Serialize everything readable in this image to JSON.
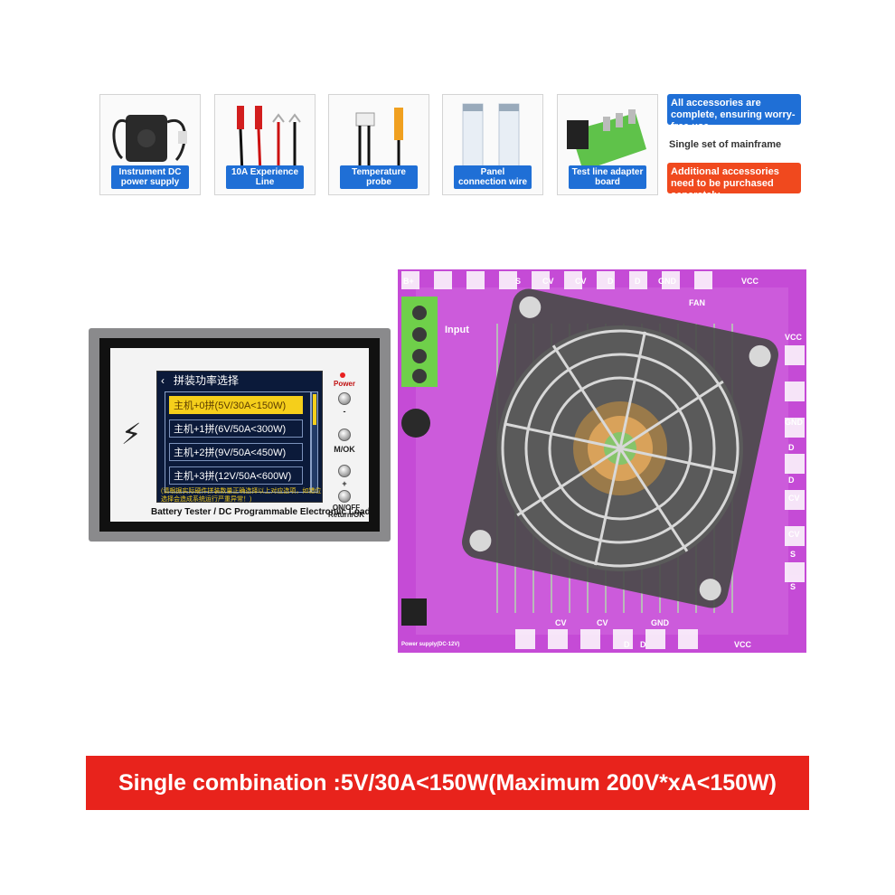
{
  "accessories": [
    {
      "label": "Instrument DC power supply",
      "icon": "power-adapter-icon"
    },
    {
      "label": "10A Experience Line",
      "icon": "test-lead-icon"
    },
    {
      "label": "Temperature probe",
      "icon": "temperature-probe-icon"
    },
    {
      "label": "Panel connection wire",
      "icon": "ribbon-cable-icon"
    },
    {
      "label": "Test line adapter board",
      "icon": "adapter-board-icon"
    }
  ],
  "notes": {
    "complete": "All accessories are complete, ensuring worry-free use",
    "single": "Single set of mainframe",
    "additional": "Additional accessories need to be purchased separately"
  },
  "lcd": {
    "back_icon": "‹",
    "title": "拼装功率选择",
    "items": [
      "主机+0拼(5V/30A<150W)",
      "主机+1拼(6V/50A<300W)",
      "主机+2拼(9V/50A<450W)",
      "主机+3拼(12V/50A<600W)"
    ],
    "selected_index": 0,
    "note": "(请根据实际硬件拼装数量正确选择以上对应选项，如错位选择会造成系统运行严重异常！)"
  },
  "panel": {
    "power_label": "Power",
    "buttons": [
      "-",
      "M/OK",
      "+",
      "ON/OFF Return/OK"
    ],
    "model_text": "Battery Tester / DC Programmable Electroniic Load"
  },
  "board": {
    "top_labels": [
      "B+",
      "S",
      "CV",
      "CV",
      "D",
      "D",
      "GND",
      "VCC"
    ],
    "right_labels": [
      "VCC",
      "GND",
      "D",
      "D",
      "CV",
      "CV",
      "S",
      "S"
    ],
    "bottom_labels": [
      "CV",
      "CV",
      "D",
      "D",
      "GND",
      "VCC"
    ],
    "misc_labels": [
      "Input",
      "FAN",
      "Power supply(DC-12V)"
    ],
    "colors": {
      "pcb": "#c54bd6",
      "terminal": "#6fd04a",
      "fan": "#4a4a4a"
    }
  },
  "banner": {
    "text": "Single combination :5V/30A<150W(Maximum 200V*xA<150W)",
    "color": "#e8231c"
  }
}
